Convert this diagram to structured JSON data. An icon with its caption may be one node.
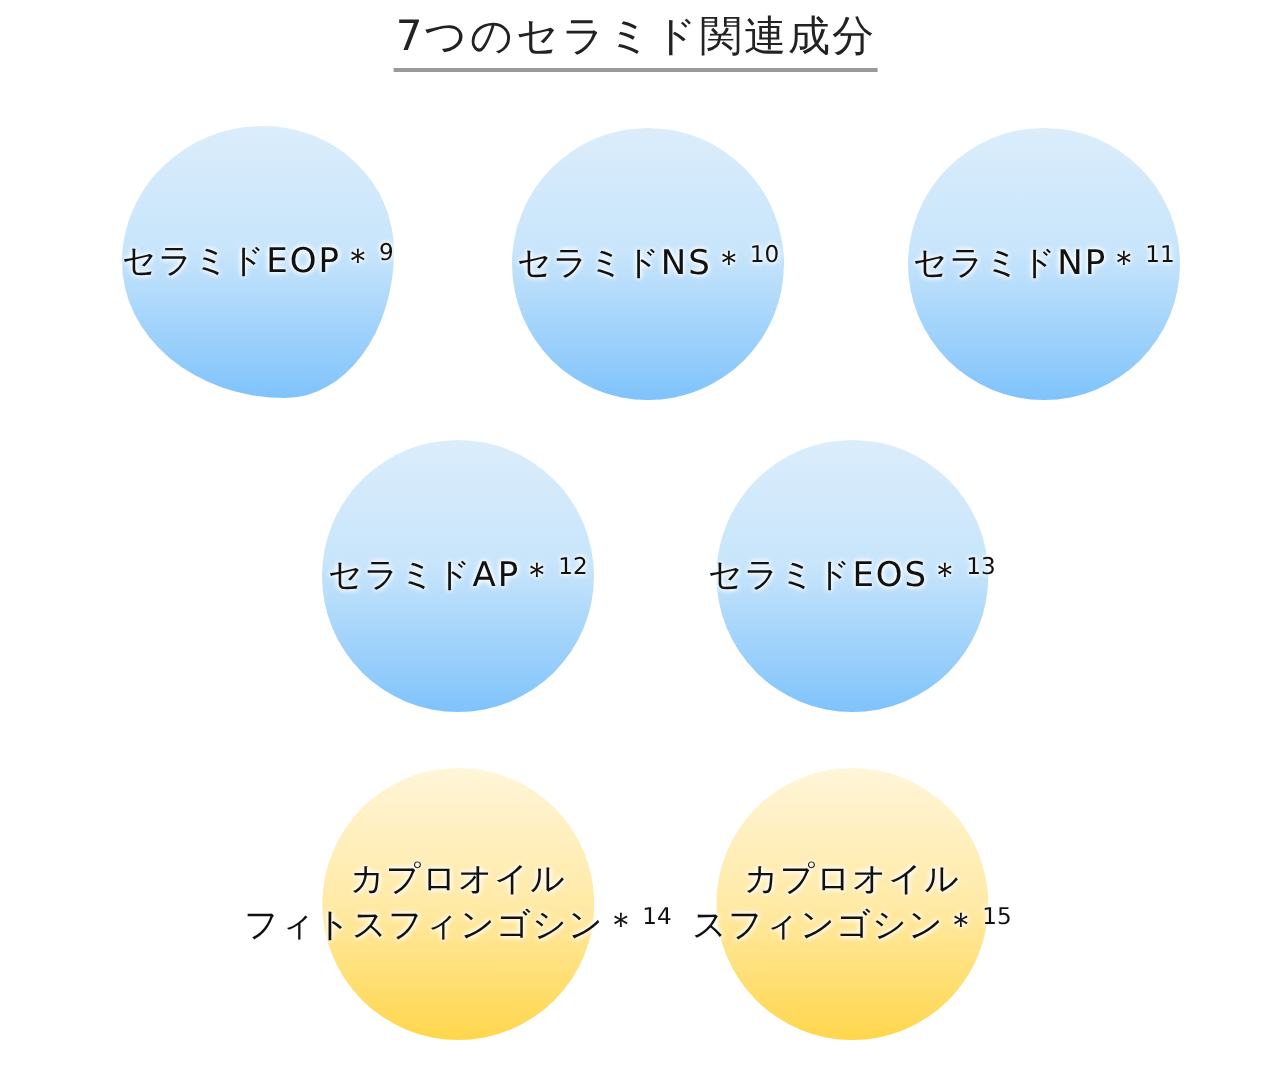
{
  "diagram": {
    "title": "7つのセラミド関連成分",
    "nodes": [
      {
        "text": [
          "セラミドEOP＊$^{9}$"
        ]
      },
      {
        "text": [
          "セラミドNS＊$^{10}$"
        ]
      },
      {
        "text": [
          "セラミドNP＊$^{11}$"
        ]
      },
      {
        "text": [
          "セラミドAP＊$^{12}$"
        ]
      },
      {
        "text": [
          "セラミドEOS＊$^{13}$"
        ]
      },
      {
        "text": [
          "カプロオイルフィトスフィンゴシン＊$^{14}$"
        ]
      },
      {
        "text": [
          "カプロオイルスフィンゴシン＊$^{15}$"
        ]
      }
    ]
  }
}
